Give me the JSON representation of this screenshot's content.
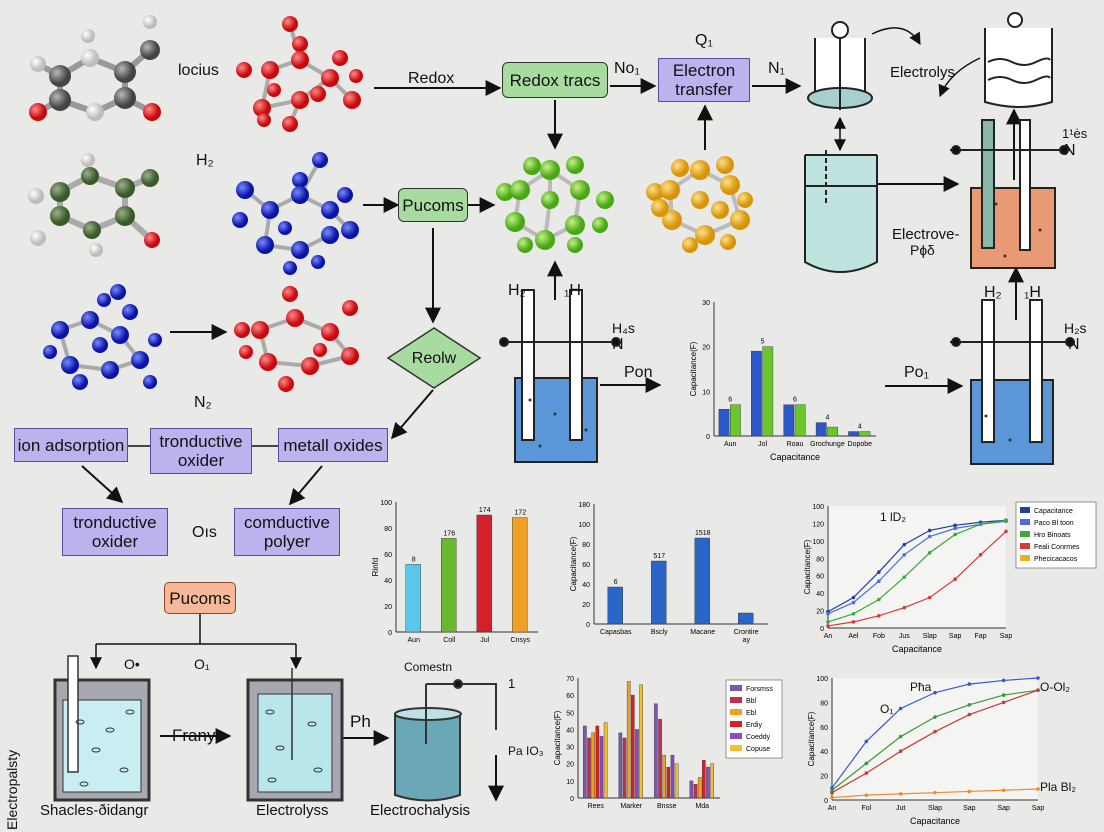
{
  "labels": {
    "locius": "locius",
    "h2_top": "H₂",
    "n2": "N₂",
    "redox": "Redox",
    "q1": "Q₁",
    "no1": "No₁",
    "n1": "N₁",
    "electrolys": "Electrolys",
    "one_h2_n": "1¹ės",
    "n_right": "N",
    "electrove": "Electrove-",
    "pbh": "Pɸδ",
    "h2_mid": "H₂",
    "one_h": "₁H",
    "h4s": "H₄s",
    "n_mid": "N",
    "pon": "Pon",
    "po1": "Po₁",
    "h2_right": "H₂",
    "one_h_right": "₁H",
    "h2s_right": "H₂s",
    "n_far": "N",
    "ols": "Oıs",
    "o_dot": "O•",
    "o1": "O₁",
    "electropalsty": "Electropalsty",
    "frany": "Frany",
    "ph": "Ph",
    "comestn": "Comestn",
    "one": "1",
    "pa_io3": "Pa IO₃",
    "shacles": "Shacles-ðidangr",
    "electrolyss": "Electrolyss",
    "electrochalysis": "Electrochalysis",
    "pha": "Pħa",
    "o1b": "O₁",
    "o_ol2": "O-Ol₂",
    "pla_bl2": "Pla Bl₂",
    "one_d2": "1 lD₂"
  },
  "boxes": {
    "redox_tracs": "Redox tracs",
    "electron_transfer": "Electron transfer",
    "pucoms_top": "Pucoms",
    "reolw": "Reolw",
    "ion_adsorption": "ion adsorption",
    "tronductive_oxider_a": "tronductive oxider",
    "metall_oxides": "metall oxides",
    "tronductive_oxider_b": "tronductive oxider",
    "comductive_polyer": "comductive polyer",
    "pucoms_bottom": "Pucoms"
  },
  "chart_data": [
    {
      "type": "bar",
      "id": "c1",
      "ylabel": "Capacitance(F)",
      "xlabel": "Capacitance",
      "categories": [
        "Aun",
        "Jol",
        "Roau",
        "Grochunge",
        "Dopobe"
      ],
      "series": [
        {
          "values": [
            6,
            19,
            7,
            3,
            1
          ],
          "color": "#2a58c8"
        },
        {
          "values": [
            7,
            20,
            7,
            2,
            1
          ],
          "color": "#6ac62a"
        }
      ],
      "data_labels": [
        "6",
        "5",
        "6",
        "4",
        "4"
      ],
      "yticks": [
        "30",
        "20",
        "10",
        "0"
      ],
      "ylim": [
        0,
        30
      ]
    },
    {
      "type": "bar",
      "id": "c2",
      "ylabel": "Rinfd",
      "categories": [
        "Aun",
        "Coll",
        "Jul",
        "Cnsys"
      ],
      "values": [
        52,
        72,
        90,
        88
      ],
      "colors": [
        "#5cc6ea",
        "#6ab82e",
        "#d3202a",
        "#f0a028"
      ],
      "data_labels": [
        "8",
        "176",
        "174",
        "172"
      ],
      "yticks": [
        "100",
        "80",
        "60",
        "40",
        "20",
        "0"
      ],
      "ylim": [
        0,
        100
      ]
    },
    {
      "type": "bar",
      "id": "c3",
      "ylabel": "Capacitance(F)",
      "categories": [
        "Capasbas",
        "Bscly",
        "Macane",
        "Crontire\nay"
      ],
      "values": [
        37,
        63,
        86,
        11
      ],
      "colors": [
        "#2a66c8",
        "#2a66c8",
        "#2a66c8",
        "#2a66c8"
      ],
      "data_labels": [
        "6",
        "517",
        "1518",
        ""
      ],
      "yticks": [
        "180",
        "100",
        "80",
        "60",
        "40",
        "20",
        "0"
      ],
      "ylim": [
        0,
        120
      ]
    },
    {
      "type": "line",
      "id": "c4",
      "ylabel": "Capacitance(F)",
      "xlabel": "Capacitance",
      "categories": [
        "An",
        "Ael",
        "Fob",
        "Jus",
        "Slap",
        "Sap",
        "Fap",
        "Sap"
      ],
      "series": [
        {
          "name": "Capacitance",
          "color": "#22409a",
          "values": [
            16,
            30,
            55,
            82,
            96,
            101,
            104,
            106
          ]
        },
        {
          "name": "Paco Bl toon",
          "color": "#4a6ed8",
          "values": [
            14,
            25,
            46,
            72,
            90,
            98,
            102,
            105
          ]
        },
        {
          "name": "Hro Binoats",
          "color": "#3aaa3a",
          "values": [
            6,
            14,
            28,
            50,
            74,
            92,
            102,
            106
          ]
        },
        {
          "name": "Feali Conrmes",
          "color": "#d83a3a",
          "values": [
            2,
            6,
            12,
            20,
            30,
            48,
            72,
            95
          ]
        },
        {
          "name": "Phecicacacos",
          "color": "#e8b21a",
          "values": []
        }
      ],
      "yticks": [
        "100",
        "120",
        "100",
        "80",
        "60",
        "40",
        "20",
        "0"
      ],
      "ylim": [
        0,
        120
      ]
    },
    {
      "type": "bar",
      "id": "c5",
      "ylabel": "Capacitance(F)",
      "categories": [
        "Rees",
        "Marker",
        "Bnsse",
        "Mda"
      ],
      "series": [
        {
          "name": "Forsmss",
          "color": "#7a5ab0",
          "values": [
            42,
            38,
            55,
            10
          ]
        },
        {
          "name": "Bbl",
          "color": "#c03050",
          "values": [
            35,
            35,
            46,
            8
          ]
        },
        {
          "name": "Ebl",
          "color": "#f0a020",
          "values": [
            38,
            68,
            25,
            12
          ]
        },
        {
          "name": "Erdiy",
          "color": "#d82020",
          "values": [
            42,
            60,
            18,
            22
          ]
        },
        {
          "name": "Coeddy",
          "color": "#8a4ac0",
          "values": [
            36,
            40,
            25,
            18
          ]
        },
        {
          "name": "Copuse",
          "color": "#f0c030",
          "values": [
            44,
            66,
            20,
            20
          ]
        }
      ],
      "yticks": [
        "70",
        "60",
        "50",
        "40",
        "30",
        "20",
        "10",
        "0"
      ],
      "ylim": [
        0,
        70
      ]
    },
    {
      "type": "line",
      "id": "c6",
      "ylabel": "Capacitance(F)",
      "xlabel": "Capacitance",
      "categories": [
        "An",
        "Fol",
        "Jut",
        "Slap",
        "Sap",
        "Sap",
        "Sap"
      ],
      "series": [
        {
          "color": "#3a56d0",
          "values": [
            10,
            48,
            75,
            88,
            95,
            98,
            100
          ]
        },
        {
          "color": "#3a9a3a",
          "values": [
            8,
            30,
            52,
            68,
            78,
            86,
            90
          ]
        },
        {
          "color": "#c83a3a",
          "values": [
            6,
            22,
            40,
            56,
            70,
            80,
            90
          ]
        },
        {
          "color": "#f08a30",
          "values": [
            2,
            4,
            5,
            6,
            7,
            8,
            9
          ]
        }
      ],
      "yticks": [
        "100",
        "80",
        "60",
        "40",
        "20",
        "0"
      ],
      "ylim": [
        0,
        100
      ]
    }
  ]
}
